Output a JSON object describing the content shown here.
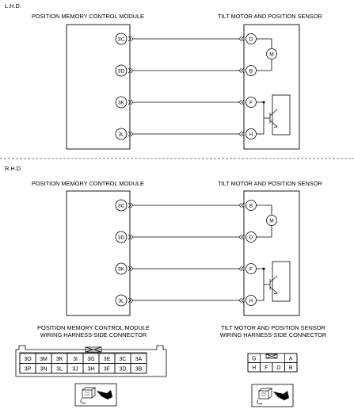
{
  "sections": [
    {
      "heading": "L.H.D.",
      "module_title": "POSITION MEMORY CONTROL MODULE",
      "sensor_title": "TILT MOTOR AND POSITION SENSOR",
      "wires": [
        {
          "module_pin": "3C",
          "sensor_pin": "D"
        },
        {
          "module_pin": "3D",
          "sensor_pin": "B"
        },
        {
          "module_pin": "3K",
          "sensor_pin": "F"
        },
        {
          "module_pin": "3L",
          "sensor_pin": "H"
        }
      ],
      "motor_symbol": "M"
    },
    {
      "heading": "R.H.D.",
      "module_title": "POSITION MEMORY CONTROL MODULE",
      "sensor_title": "TILT MOTOR AND POSITION SENSOR",
      "wires": [
        {
          "module_pin": "3C",
          "sensor_pin": "B"
        },
        {
          "module_pin": "3D",
          "sensor_pin": "D"
        },
        {
          "module_pin": "3K",
          "sensor_pin": "F"
        },
        {
          "module_pin": "3L",
          "sensor_pin": "H"
        }
      ],
      "motor_symbol": "M"
    }
  ],
  "connectors": {
    "module": {
      "title_line1": "POSITION MEMORY CONTROL MODULE",
      "title_line2": "WIRING HARNESS-SIDE CONNECTOR",
      "rows": [
        [
          "3O",
          "3M",
          "3K",
          "3I",
          "3G",
          "3E",
          "3C",
          "3A"
        ],
        [
          "3P",
          "3N",
          "3L",
          "3J",
          "3H",
          "3F",
          "3D",
          "3B"
        ]
      ]
    },
    "sensor": {
      "title_line1": "TILT MOTOR AND POSITION SENSOR",
      "title_line2": "WIRING HARNESS-SIDE CONNECTOR",
      "rows": [
        [
          "G",
          "",
          "",
          "A"
        ],
        [
          "H",
          "F",
          "D",
          "B"
        ]
      ]
    }
  }
}
